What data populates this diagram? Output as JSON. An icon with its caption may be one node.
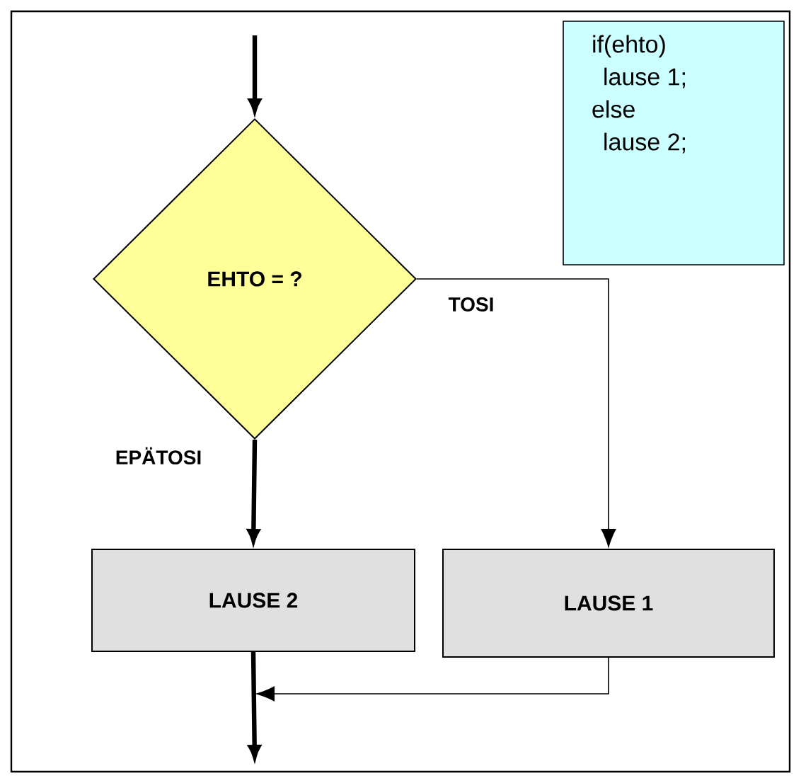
{
  "diagram": {
    "nodes": [
      {
        "text": [
          "EHTO = ?"
        ]
      },
      {
        "text": [
          "LAUSE 2"
        ]
      },
      {
        "text": [
          "LAUSE 1"
        ]
      },
      {
        "text": [
          "if(ehto)",
          "lause 1;",
          "else",
          "lause 2;"
        ]
      }
    ],
    "edges": [
      {
        "from": null,
        "to": 0,
        "arrow": "to"
      },
      {
        "from": 0,
        "to": 1,
        "arrow": "to",
        "label": "EPÄTOSI"
      },
      {
        "from": 0,
        "to": 2,
        "arrow": "to",
        "label": "TOSI"
      },
      {
        "from": 2,
        "to": null,
        "arrow": "to"
      },
      {
        "from": 1,
        "to": null,
        "arrow": "to"
      }
    ]
  }
}
